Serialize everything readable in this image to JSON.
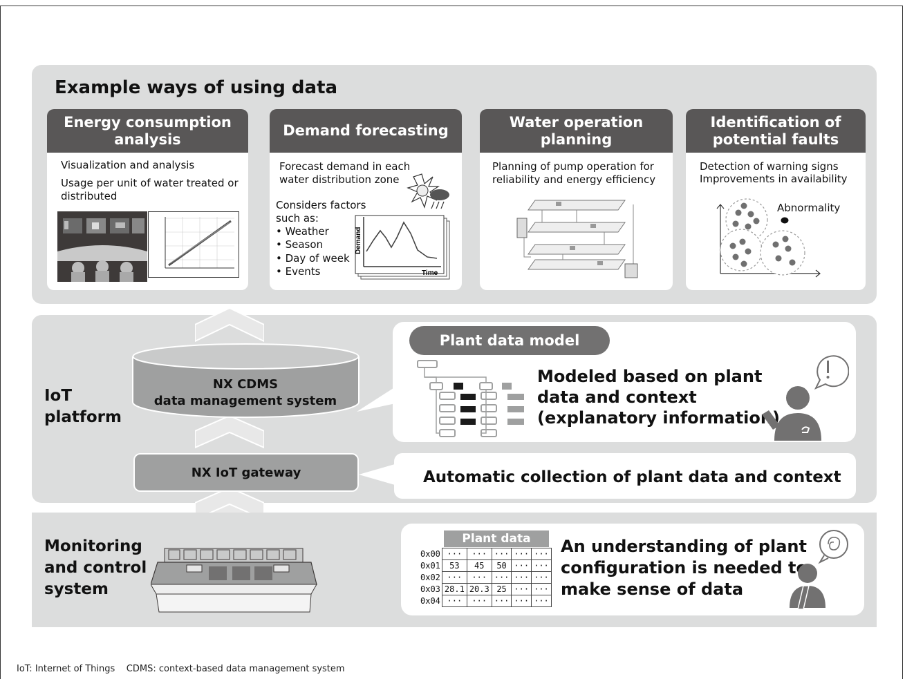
{
  "title": "Example ways of using data",
  "cards": [
    {
      "heading_line1": "Energy consumption",
      "heading_line2": "analysis",
      "lines": [
        "Visualization and analysis",
        "Usage per unit of water treated or distributed"
      ]
    },
    {
      "heading": "Demand forecasting",
      "intro": "Forecast demand in each water distribution zone",
      "factors_title": "Considers factors such as:",
      "factors": [
        "• Weather",
        "• Season",
        "• Day of week",
        "• Events"
      ],
      "chart_ylabel": "Demand",
      "chart_xlabel": "Time"
    },
    {
      "heading_line1": "Water operation",
      "heading_line2": "planning",
      "lines": [
        "Planning of pump operation for reliability and energy efficiency"
      ]
    },
    {
      "heading_line1": "Identification of",
      "heading_line2": "potential faults",
      "lines": [
        "Detection of warning signs",
        "Improvements in availability"
      ],
      "abnormality_label": "Abnormality"
    }
  ],
  "iot": {
    "label_line1": "IoT",
    "label_line2": "platform",
    "cdms_line1": "NX CDMS",
    "cdms_line2": "data management system",
    "gateway": "NX IoT gateway",
    "model_pill": "Plant data model",
    "model_text": [
      "Modeled based on plant",
      "data and context",
      "(explanatory information)"
    ],
    "collection_text": "Automatic collection of plant data and context"
  },
  "monitoring": {
    "label": [
      "Monitoring",
      "and control",
      "system"
    ],
    "table_title": "Plant data",
    "rows": [
      {
        "addr": "0x00",
        "cells": [
          "···",
          "···",
          "···",
          "···",
          "···"
        ]
      },
      {
        "addr": "0x01",
        "cells": [
          "53",
          "45",
          "50",
          "···",
          "···"
        ]
      },
      {
        "addr": "0x02",
        "cells": [
          "···",
          "···",
          "···",
          "···",
          "···"
        ]
      },
      {
        "addr": "0x03",
        "cells": [
          "28.1",
          "20.3",
          "25",
          "···",
          "···"
        ]
      },
      {
        "addr": "0x04",
        "cells": [
          "···",
          "···",
          "···",
          "···",
          "···"
        ]
      }
    ],
    "understanding_text": [
      "An understanding of plant",
      "configuration is needed to",
      "make sense of data"
    ]
  },
  "footnote": "IoT: Internet of Things    CDMS: context-based data management system",
  "colors": {
    "panel": "#dcdddd",
    "header": "#595757",
    "dark_gray": "#727171",
    "mid_gray": "#9fa0a0"
  }
}
